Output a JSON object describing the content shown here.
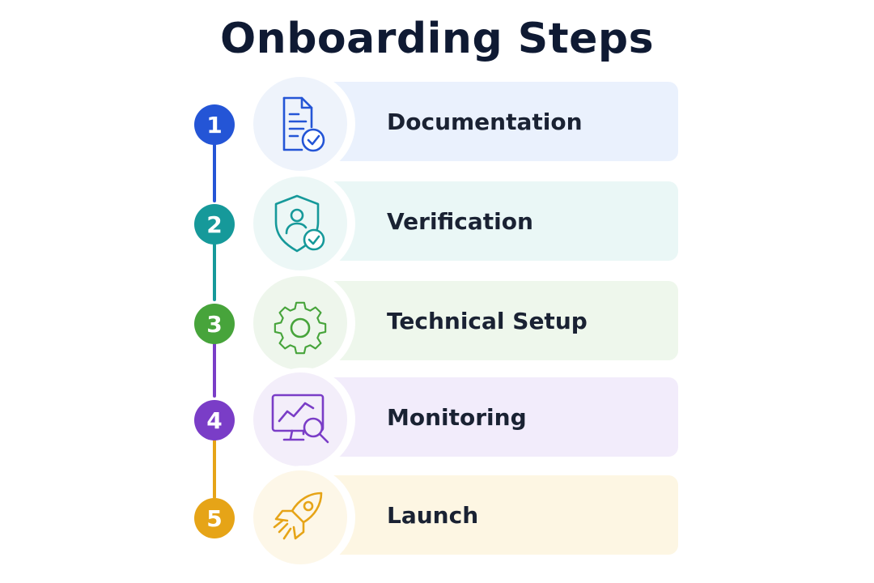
{
  "title": "Onboarding Steps",
  "steps": [
    {
      "number": "1",
      "label": "Documentation",
      "icon": "document-check-icon",
      "color": "#2455d6",
      "card_bg": "#eaf1fd",
      "circle_bg": "#eef3fb"
    },
    {
      "number": "2",
      "label": "Verification",
      "icon": "shield-user-check-icon",
      "color": "#16999a",
      "card_bg": "#eaf7f6",
      "circle_bg": "#ecf7f6"
    },
    {
      "number": "3",
      "label": "Technical Setup",
      "icon": "gear-icon",
      "color": "#47a43b",
      "card_bg": "#eef7ec",
      "circle_bg": "#eef6ec"
    },
    {
      "number": "4",
      "label": "Monitoring",
      "icon": "monitor-chart-search-icon",
      "color": "#7a3dc7",
      "card_bg": "#f2ecfb",
      "circle_bg": "#f3eefa"
    },
    {
      "number": "5",
      "label": "Launch",
      "icon": "rocket-icon",
      "color": "#e6a417",
      "card_bg": "#fdf6e3",
      "circle_bg": "#fdf7e8"
    }
  ]
}
